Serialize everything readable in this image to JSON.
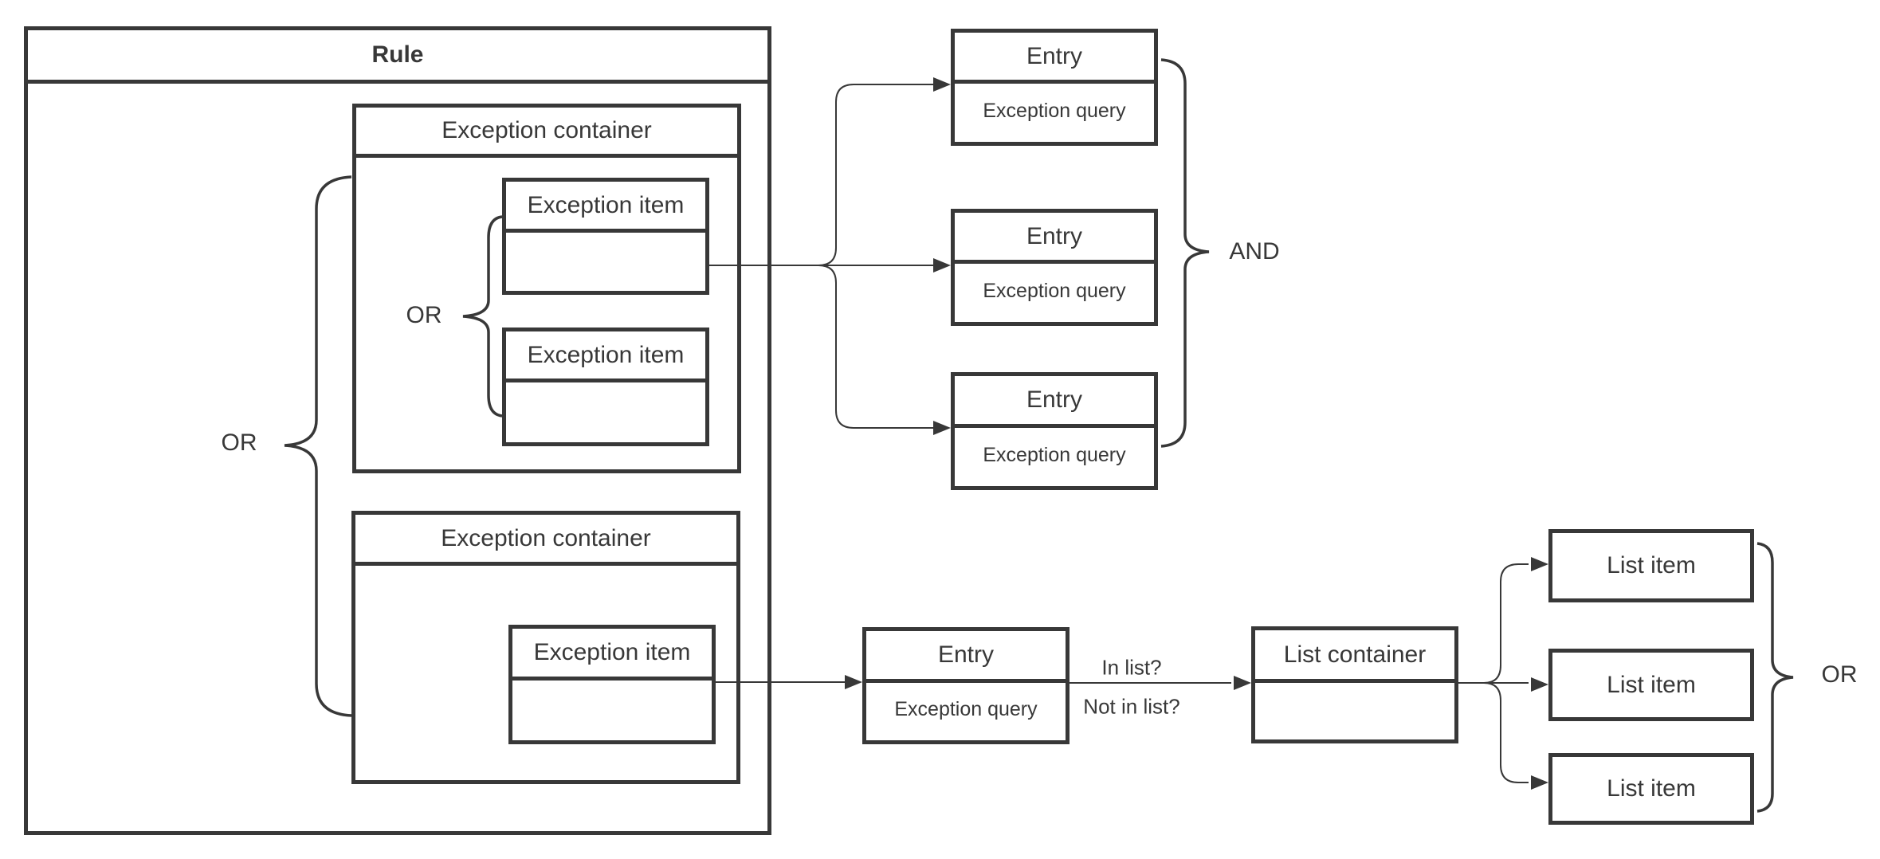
{
  "colors": {
    "stroke": "#383838",
    "background": "#ffffff"
  },
  "rule": {
    "title": "Rule"
  },
  "exception_containers": [
    {
      "title": "Exception container"
    },
    {
      "title": "Exception container"
    }
  ],
  "exception_items": [
    {
      "title": "Exception item",
      "body": ""
    },
    {
      "title": "Exception item",
      "body": ""
    },
    {
      "title": "Exception item",
      "body": ""
    }
  ],
  "entries": [
    {
      "title": "Entry",
      "body": "Exception query"
    },
    {
      "title": "Entry",
      "body": "Exception query"
    },
    {
      "title": "Entry",
      "body": "Exception query"
    },
    {
      "title": "Entry",
      "body": "Exception query"
    }
  ],
  "list_container": {
    "title": "List container",
    "body": ""
  },
  "list_items": [
    {
      "label": "List item"
    },
    {
      "label": "List item"
    },
    {
      "label": "List item"
    }
  ],
  "operators": {
    "outer_or": "OR",
    "inner_or": "OR",
    "and": "AND",
    "list_or": "OR"
  },
  "edge_labels": {
    "in_list": "In list?",
    "not_in_list": "Not in list?"
  }
}
